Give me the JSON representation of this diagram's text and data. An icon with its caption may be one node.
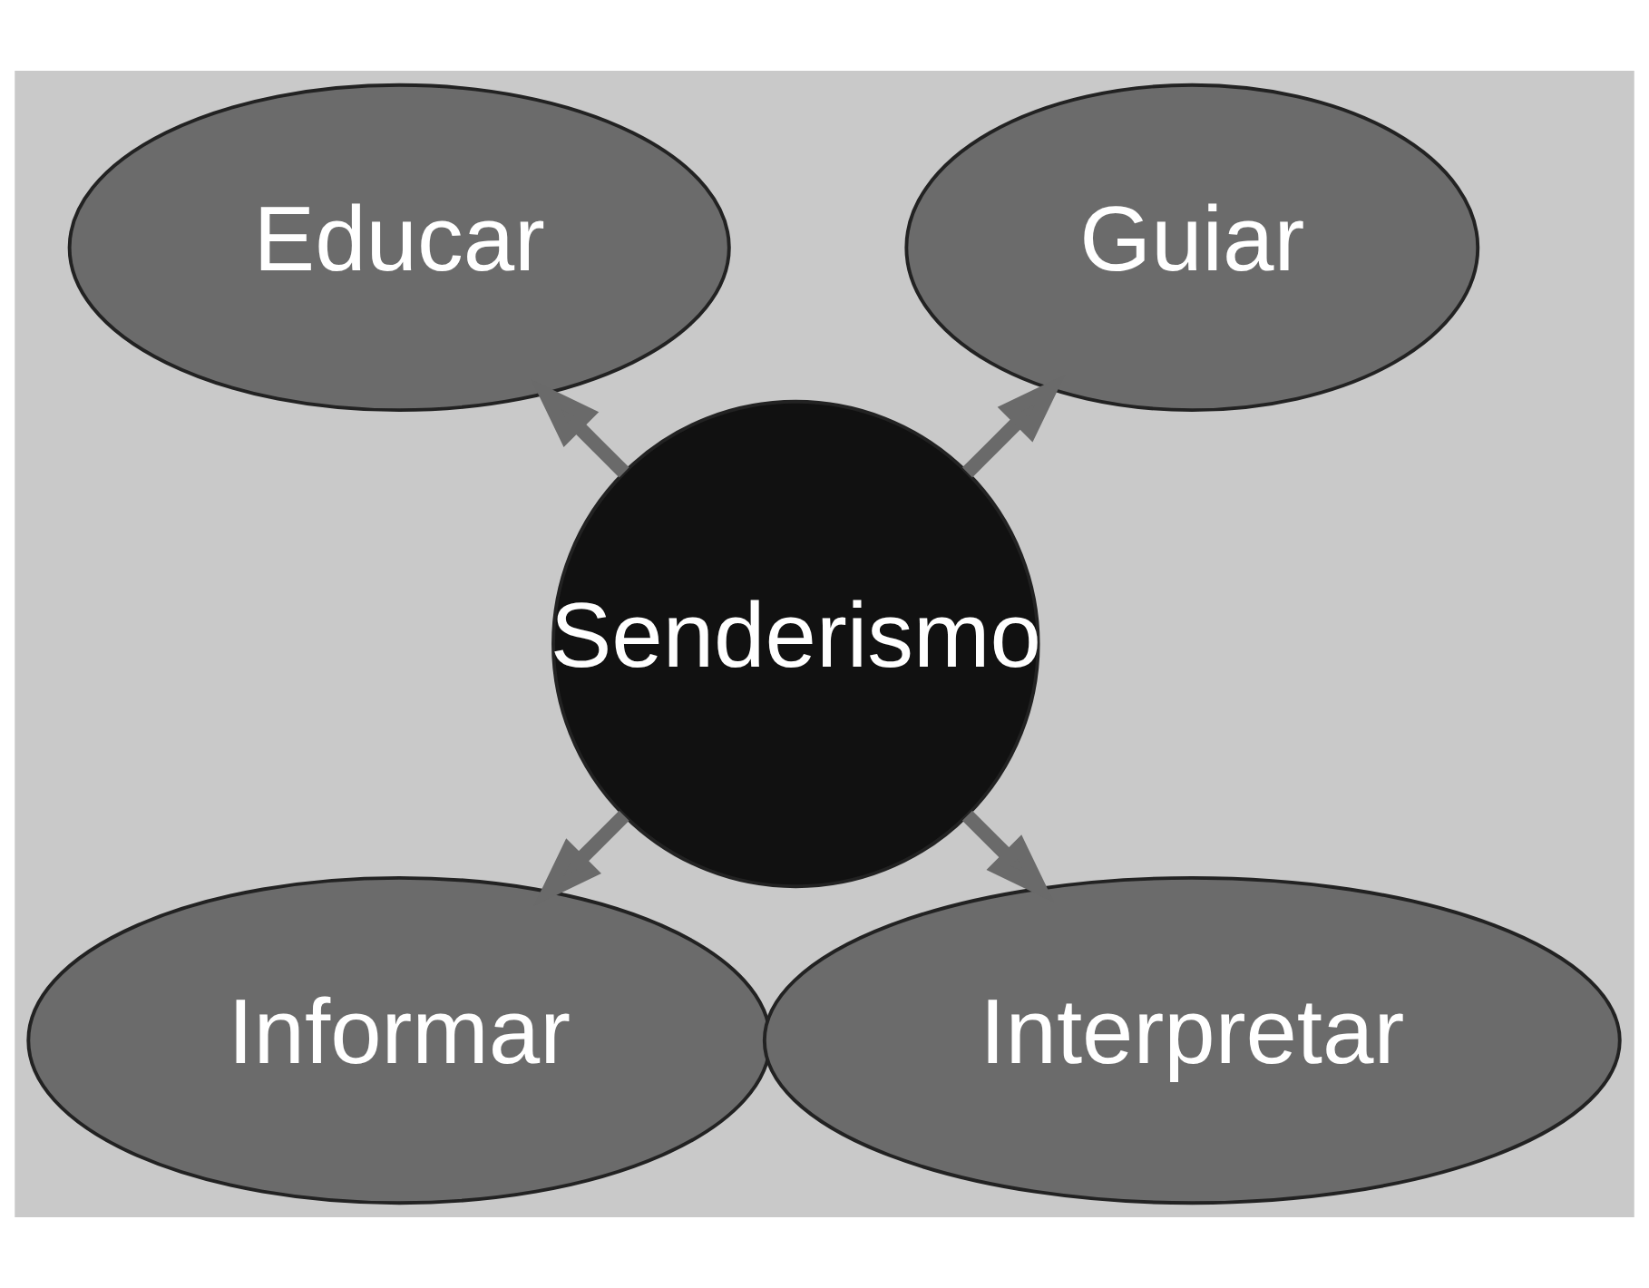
{
  "diagram": {
    "nodes": [
      {
        "text": [
          "Guiar"
        ]
      },
      {
        "text": [
          "Educar"
        ]
      },
      {
        "text": [
          "Senderismo"
        ]
      },
      {
        "text": [
          "Informar"
        ]
      },
      {
        "text": [
          "Interpretar"
        ]
      }
    ],
    "edges": [
      {
        "from": 2,
        "to": 0,
        "arrow": "to"
      },
      {
        "from": 2,
        "to": 1,
        "arrow": "to"
      },
      {
        "from": 2,
        "to": 3,
        "arrow": "to"
      },
      {
        "from": 2,
        "to": 4,
        "arrow": "to"
      }
    ]
  }
}
